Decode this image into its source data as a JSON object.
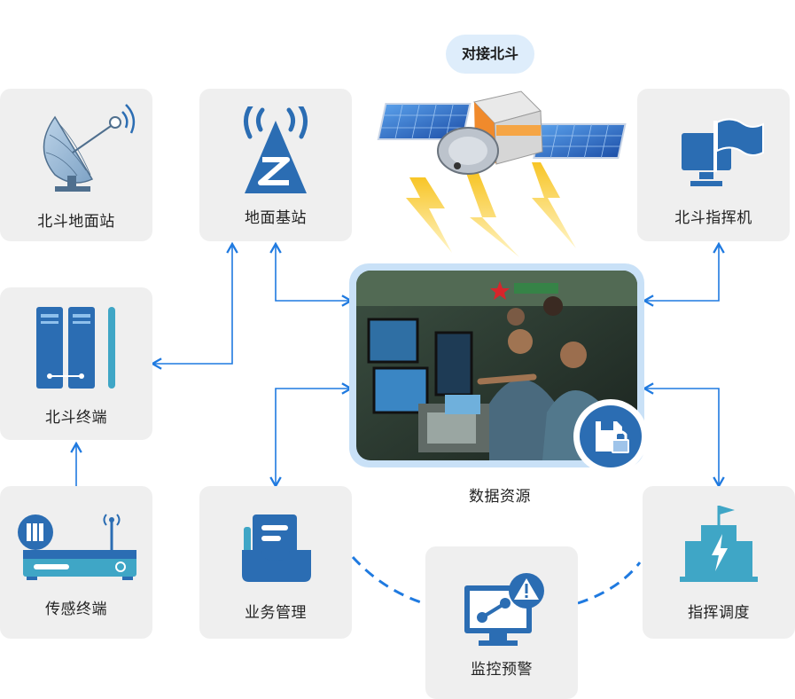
{
  "satellite_label": "对接北斗",
  "center": {
    "label": "数据资源"
  },
  "nodes": {
    "ground_station": "北斗地面站",
    "base_station": "地面基站",
    "command_unit": "北斗指挥机",
    "terminal": "北斗终端",
    "sensor_terminal": "传感终端",
    "business_management": "业务管理",
    "monitoring_warning": "监控预警",
    "command_dispatch": "指挥调度"
  },
  "colors": {
    "arrow": "#1f7ae0",
    "icon_dark": "#2b6db3",
    "icon_teal": "#3fa6c6",
    "card_bg": "#efefef"
  }
}
